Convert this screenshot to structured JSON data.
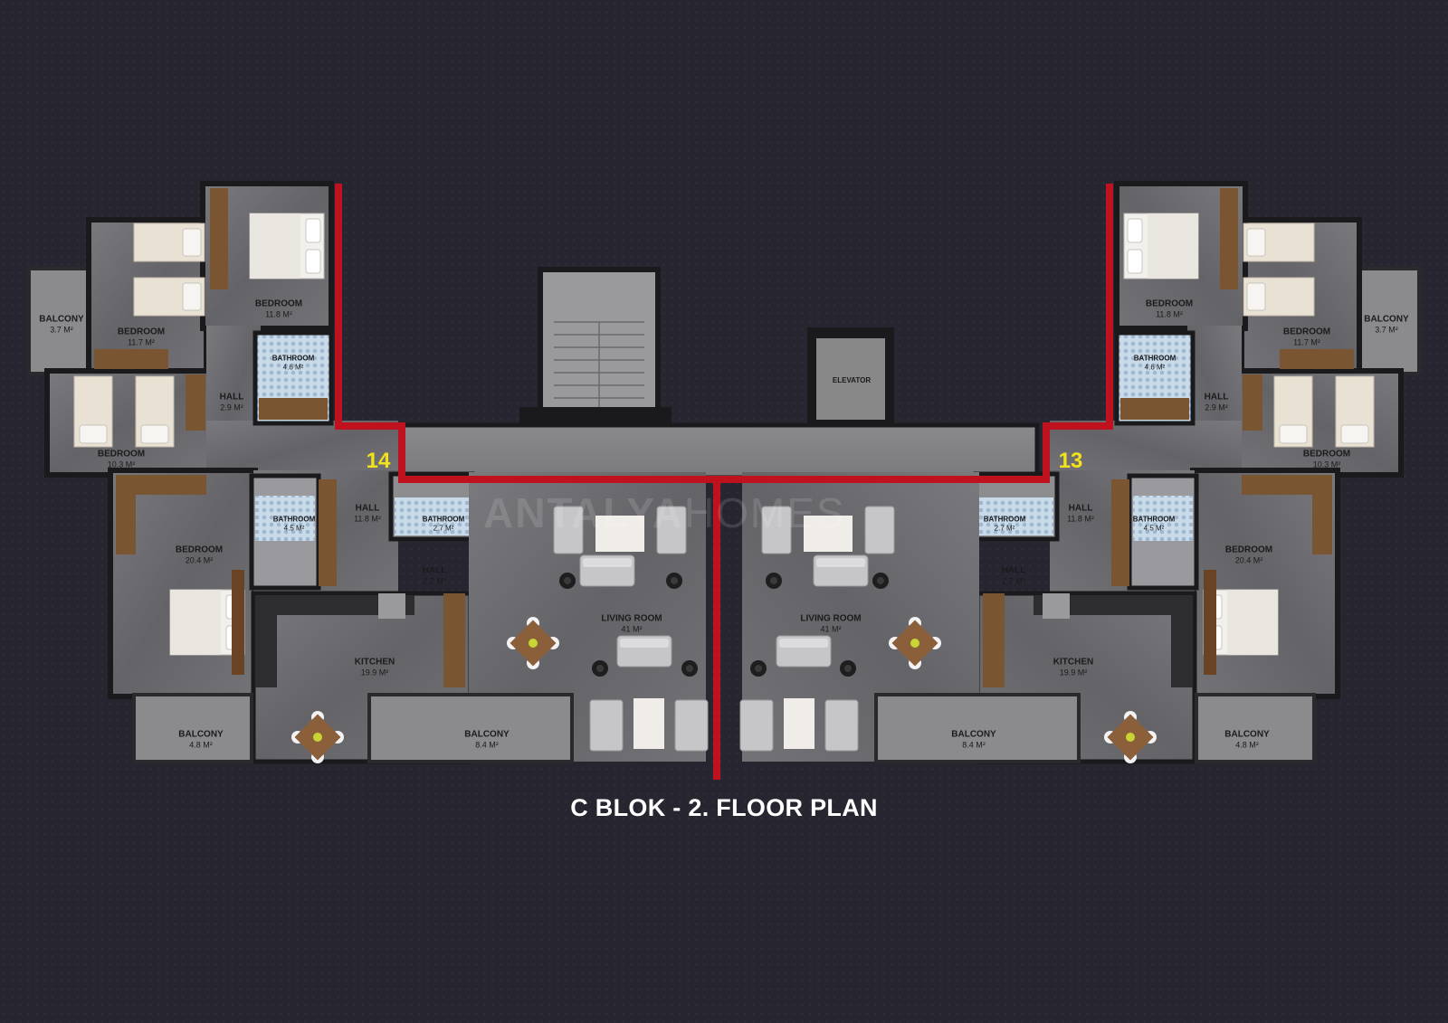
{
  "title": "C BLOK - 2. FLOOR PLAN",
  "watermark": {
    "bold": "ANTALYA",
    "light": "HOMES"
  },
  "units": [
    {
      "number": "14"
    },
    {
      "number": "13"
    }
  ],
  "elevator": {
    "label": "ELEVATOR"
  },
  "unit_14_rooms": {
    "balcony_w": {
      "name": "BALCONY",
      "area": "3.7 M²"
    },
    "bedroom_a": {
      "name": "BEDROOM",
      "area": "11.7 M²"
    },
    "bedroom_b": {
      "name": "BEDROOM",
      "area": "11.8 M²"
    },
    "bathroom_a": {
      "name": "BATHROOM",
      "area": "4.6 M²"
    },
    "hall_a": {
      "name": "HALL",
      "area": "2.9 M²"
    },
    "bedroom_c": {
      "name": "BEDROOM",
      "area": "10.3 M²"
    },
    "bedroom_d": {
      "name": "BEDROOM",
      "area": "20.4 M²"
    },
    "bathroom_b": {
      "name": "BATHROOM",
      "area": "4.5 M²"
    },
    "hall_b": {
      "name": "HALL",
      "area": "11.8 M²"
    },
    "bathroom_c": {
      "name": "BATHROOM",
      "area": "2.7 M²"
    },
    "hall_c": {
      "name": "HALL",
      "area": "2.7 M²"
    },
    "kitchen": {
      "name": "KITCHEN",
      "area": "19.9 M²"
    },
    "living": {
      "name": "LIVING ROOM",
      "area": "41 M²"
    },
    "balcony_s": {
      "name": "BALCONY",
      "area": "4.8 M²"
    },
    "balcony_l": {
      "name": "BALCONY",
      "area": "8.4 M²"
    }
  },
  "unit_13_rooms": {
    "balcony_e": {
      "name": "BALCONY",
      "area": "3.7 M²"
    },
    "bedroom_a": {
      "name": "BEDROOM",
      "area": "11.7 M²"
    },
    "bedroom_b": {
      "name": "BEDROOM",
      "area": "11.8 M²"
    },
    "bathroom_a": {
      "name": "BATHROOM",
      "area": "4.6 M²"
    },
    "hall_a": {
      "name": "HALL",
      "area": "2.9 M²"
    },
    "bedroom_c": {
      "name": "BEDROOM",
      "area": "10.3 M²"
    },
    "bedroom_d": {
      "name": "BEDROOM",
      "area": "20.4 M²"
    },
    "bathroom_b": {
      "name": "BATHROOM",
      "area": "4.5 M²"
    },
    "hall_b": {
      "name": "HALL",
      "area": "11.8 M²"
    },
    "bathroom_c": {
      "name": "BATHROOM",
      "area": "2.7 M²"
    },
    "hall_c": {
      "name": "HALL",
      "area": "2.7 M²"
    },
    "kitchen": {
      "name": "KITCHEN",
      "area": "19.9 M²"
    },
    "living": {
      "name": "LIVING ROOM",
      "area": "41 M²"
    },
    "balcony_s": {
      "name": "BALCONY",
      "area": "4.8 M²"
    },
    "balcony_l": {
      "name": "BALCONY",
      "area": "8.4 M²"
    }
  },
  "colors": {
    "background": "#27252f",
    "floor": "#6b6b6e",
    "wall": "#1a1a1c",
    "party_wall": "#c0121e",
    "wood": "#7a5532",
    "tile": "#bcd0e0",
    "unit_number": "#f2e21a"
  }
}
